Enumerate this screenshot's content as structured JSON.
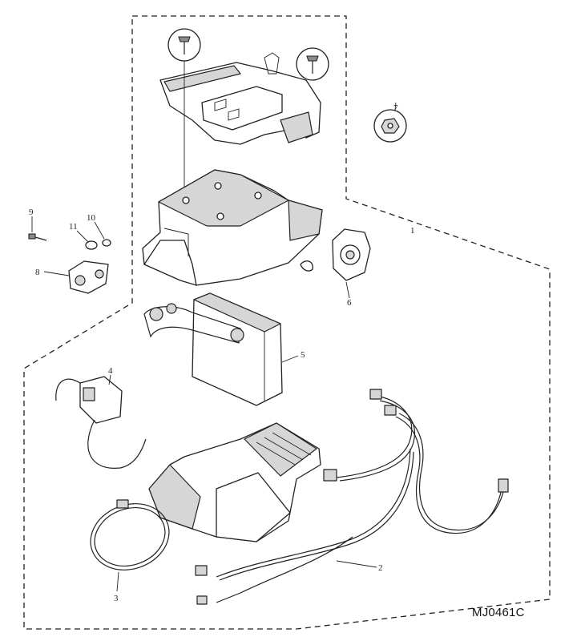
{
  "diagram": {
    "reference_code": "MJ0461C",
    "callouts": [
      "1",
      "2",
      "3",
      "4",
      "5",
      "6",
      "7",
      "8",
      "9",
      "10",
      "11"
    ]
  }
}
